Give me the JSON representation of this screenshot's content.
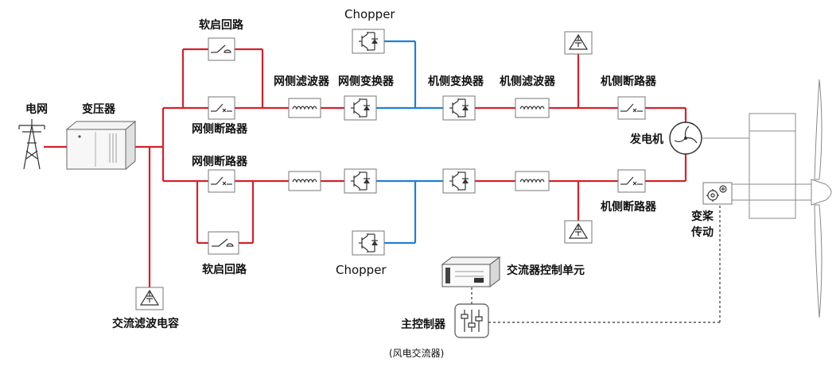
{
  "labels": {
    "grid": "电网",
    "transformer": "变压器",
    "soft_start_top": "软启回路",
    "soft_start_bottom": "软启回路",
    "grid_breaker_top": "网侧断路器",
    "grid_breaker_bottom": "网侧断路器",
    "grid_filter": "网侧滤波器",
    "grid_converter": "网侧变换器",
    "chopper_top": "Chopper",
    "chopper_bottom": "Chopper",
    "machine_converter": "机侧变换器",
    "machine_filter": "机侧滤波器",
    "machine_breaker_top": "机侧断路器",
    "machine_breaker_bottom": "机侧断路器",
    "generator": "发电机",
    "pitch_drive_line1": "变桨",
    "pitch_drive_line2": "传动",
    "ac_filter_cap": "交流滤波电容",
    "converter_control_unit": "交流器控制单元",
    "main_controller": "主控制器",
    "caption": "(风电交流器)"
  },
  "colors": {
    "power_line": "#d6202a",
    "dc_line": "#1f7fd6",
    "box_border": "#777777"
  },
  "icons": [
    "power-tower-icon",
    "transformer-icon",
    "switch-icon",
    "breaker-icon",
    "inductor-icon",
    "igbt-icon",
    "capacitor-icon",
    "generator-icon",
    "gear-icon",
    "controller-icon",
    "rack-unit-icon",
    "wind-turbine-icon"
  ]
}
